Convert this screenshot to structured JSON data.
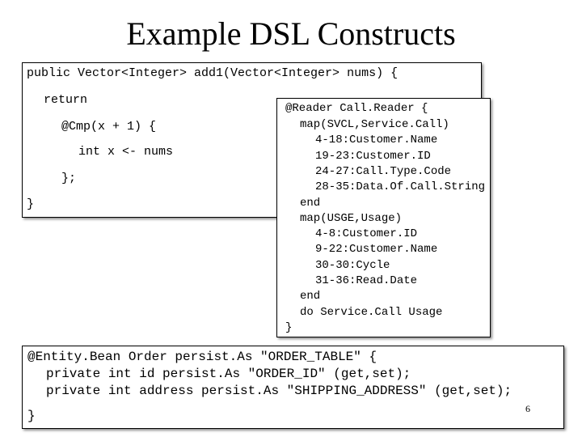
{
  "title": "Example DSL Constructs",
  "code_box_1": {
    "lines": [
      "public Vector<Integer> add1(Vector<Integer> nums) {",
      "return",
      "@Cmp(x + 1) {",
      "int x <- nums",
      "};",
      "}"
    ]
  },
  "code_box_2": {
    "lines": [
      "@Reader Call.Reader {",
      "map(SVCL,Service.Call)",
      "4-18:Customer.Name",
      "19-23:Customer.ID",
      "24-27:Call.Type.Code",
      "28-35:Data.Of.Call.String",
      "end",
      "map(USGE,Usage)",
      "4-8:Customer.ID",
      "9-22:Customer.Name",
      "30-30:Cycle",
      "31-36:Read.Date",
      "end",
      "do Service.Call Usage",
      "}"
    ]
  },
  "code_box_3": {
    "lines": [
      "@Entity.Bean Order persist.As \"ORDER_TABLE\" {",
      "private int id persist.As \"ORDER_ID\" (get,set);",
      "private int address persist.As \"SHIPPING_ADDRESS\" (get,set);",
      "}"
    ]
  },
  "page_number": "6"
}
